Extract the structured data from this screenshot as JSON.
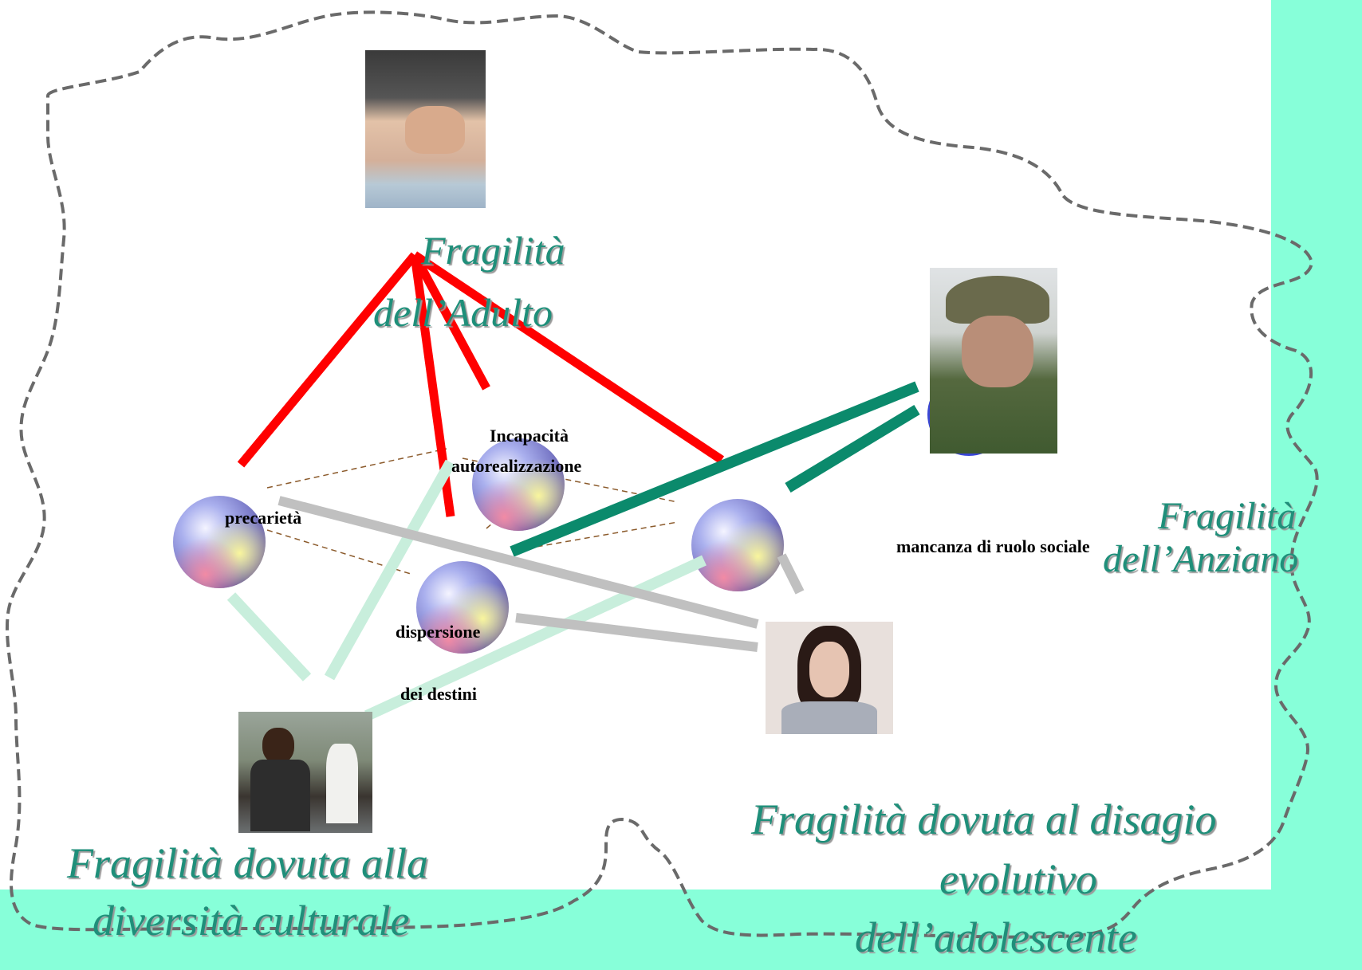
{
  "titles": {
    "adulto": [
      "Fragilità",
      "dell’Adulto"
    ],
    "anziano": [
      "Fragilità",
      "dell’Anziano"
    ],
    "culturale": [
      "Fragilità dovuta alla",
      "diversità culturale"
    ],
    "adolescente": [
      "Fragilità dovuta al disagio",
      "evolutivo",
      "dell’adolescente"
    ]
  },
  "nodes": {
    "incapacita": [
      "Incapacità",
      "autorealizzazione"
    ],
    "precarieta": "precarietà",
    "dispersione": "dispersione",
    "destini": "dei destini",
    "ruolo": "mancanza di ruolo sociale"
  },
  "colors": {
    "adult_links": "#ff0000",
    "elder_links": "#0b8a6c",
    "cultural_links": "#c8eedc",
    "adolescent_links": "#c0c0c0",
    "accent_bg": "#87ffd9",
    "title_text": "#1f8f7a"
  },
  "icons": {
    "adult_photo": "distressed-man-photo",
    "elder_photo": "elderly-man-photo",
    "cultural_photo": "street-people-photo",
    "adolescent_photo": "pensive-girl-photo"
  }
}
